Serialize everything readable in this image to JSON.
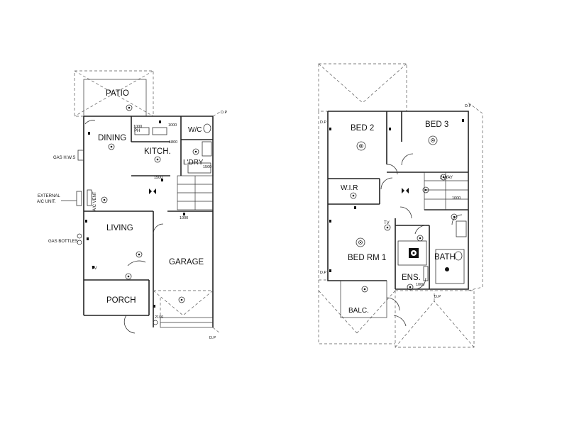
{
  "ground_floor": {
    "rooms": {
      "patio": "PATIO",
      "dining": "DINING",
      "kitchen": "KITCH.",
      "wc": "W/C",
      "laundry": "L'DRY",
      "pantry": "PH",
      "living": "LIVING",
      "garage": "GARAGE",
      "porch": "PORCH"
    },
    "notes": {
      "gas_hws": "GAS H.W.S",
      "external_ac_1": "EXTERNAL",
      "external_ac_2": "A/C UNIT.",
      "ac_vent": "A/C VENT",
      "gas_bottles": "GAS BOTTLES",
      "tv": "TV",
      "dp_1": "D.P",
      "dp_2": "D.P"
    },
    "dims": {
      "d1000a": "1000",
      "d1000b": "1000",
      "d1000c": "1000",
      "d1800": "1800",
      "d1500a": "1500",
      "d1500b": "1500",
      "d2100": "2100"
    }
  },
  "first_floor": {
    "rooms": {
      "bed2": "BED 2",
      "bed3": "BED 3",
      "wir": "W.I.R",
      "bed1": "BED RM 1",
      "bath": "BATH",
      "ensuite": "ENS.",
      "balcony": "BALC."
    },
    "notes": {
      "two_way": "2 WAY",
      "tv": "TV",
      "dp_1": "D.P",
      "dp_2": "D.P",
      "dp_3": "D.P",
      "dp_4": "D.P"
    },
    "dims": {
      "d1000a": "1000",
      "d1000b": "1000"
    }
  }
}
